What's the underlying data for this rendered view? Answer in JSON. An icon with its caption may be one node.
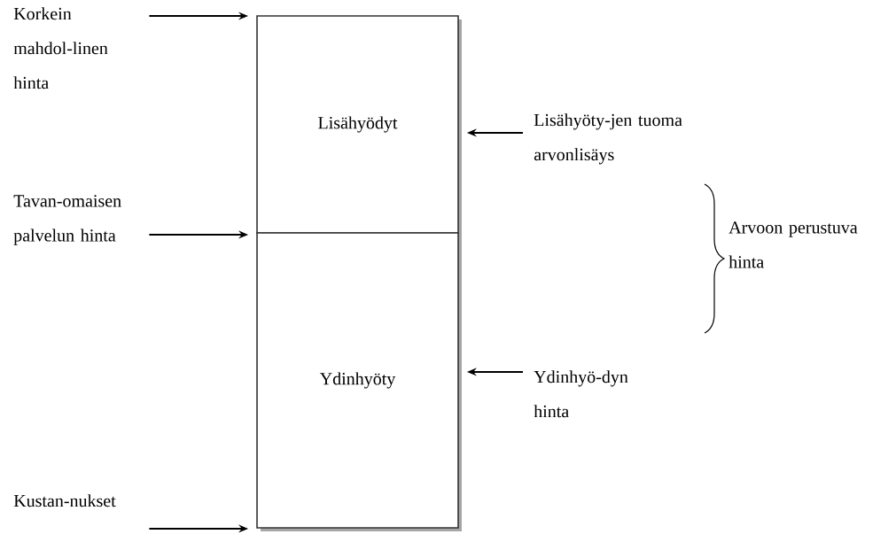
{
  "diagram": {
    "nodes": [
      {
        "text": [
          "Lisähyödyt"
        ]
      },
      {
        "text": [
          "Ydinhyöty"
        ]
      },
      {
        "text": [
          "Korkein mahdol-linen hinta"
        ]
      },
      {
        "text": [
          "Tavan-omaisen palvelun hinta"
        ]
      },
      {
        "text": [
          "Kustan-nukset"
        ]
      },
      {
        "text": [
          "Lisähyöty-jen tuoma arvonlisäys"
        ]
      },
      {
        "text": [
          "Ydinhyö-dyn hinta"
        ]
      }
    ],
    "edges": [
      {
        "from": 2,
        "to": 0,
        "arrow": "to"
      },
      {
        "from": 3,
        "to": 1,
        "arrow": "to"
      },
      {
        "from": 4,
        "to": 1,
        "arrow": "to"
      },
      {
        "from": 5,
        "to": 0,
        "arrow": "to"
      },
      {
        "from": 6,
        "to": 1,
        "arrow": "to"
      }
    ],
    "labels": [
      "Arvoon perustuva hinta"
    ]
  }
}
